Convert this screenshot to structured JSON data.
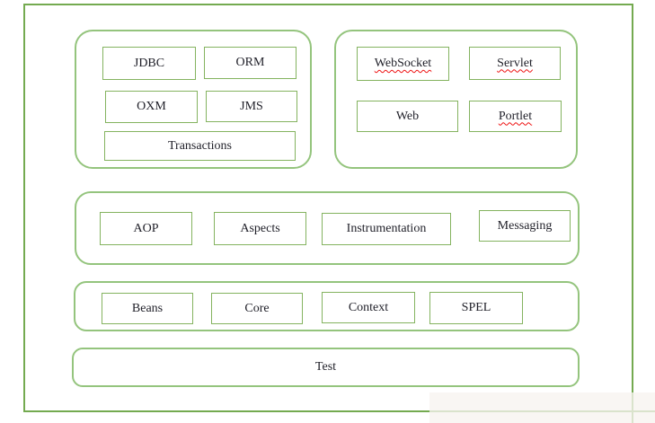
{
  "diagram": {
    "groups": {
      "data_access": {
        "boxes": {
          "jdbc": "JDBC",
          "orm": "ORM",
          "oxm": "OXM",
          "jms": "JMS",
          "transactions": "Transactions"
        }
      },
      "web": {
        "boxes": {
          "websocket": "WebSocket",
          "servlet": "Servlet",
          "web": "Web",
          "portlet": "Portlet"
        }
      },
      "aop": {
        "boxes": {
          "aop": "AOP",
          "aspects": "Aspects",
          "instrumentation": "Instrumentation",
          "messaging": "Messaging"
        }
      },
      "core": {
        "boxes": {
          "beans": "Beans",
          "core": "Core",
          "context": "Context",
          "spel": "SPEL"
        }
      },
      "test": {
        "boxes": {
          "test": "Test"
        }
      }
    },
    "spellcheck_marked": [
      "WebSocket",
      "Servlet",
      "Portlet"
    ],
    "colors": {
      "outer_border": "#74aa50",
      "group_border": "#94c47d",
      "box_border": "#84b35f",
      "text": "#1f1f28",
      "spellcheck_underline": "#ee1111",
      "background": "#ffffff"
    }
  }
}
